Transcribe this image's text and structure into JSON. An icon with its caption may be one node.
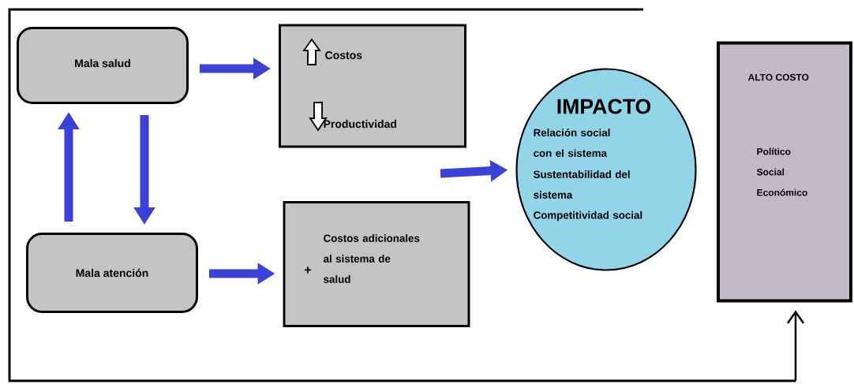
{
  "diagram": {
    "nodes": [
      {
        "text": [
          "Mala salud"
        ]
      },
      {
        "text": [
          "Costos",
          "Productividad"
        ]
      },
      {
        "text": [
          "Mala atención"
        ]
      },
      {
        "text": [
          "+",
          "Costos adicionales al sistema de salud"
        ]
      },
      {
        "text": [
          "IMPACTO",
          "Relación social con el sistema",
          "Sustentabilidad del sistema",
          "Competitividad social"
        ]
      },
      {
        "text": [
          "ALTO COSTO",
          "Político",
          "Social",
          "Económico"
        ]
      }
    ],
    "edges": [
      {
        "from": 0,
        "to": 1,
        "arrow": "to"
      },
      {
        "from": 0,
        "to": 2,
        "arrow": "to"
      },
      {
        "from": 2,
        "to": 0,
        "arrow": "to"
      },
      {
        "from": 2,
        "to": 3,
        "arrow": "to"
      },
      {
        "from": null,
        "to": 4,
        "arrow": "to"
      },
      {
        "from": null,
        "to": 5,
        "arrow": "to",
        "color": "#000000"
      }
    ]
  }
}
